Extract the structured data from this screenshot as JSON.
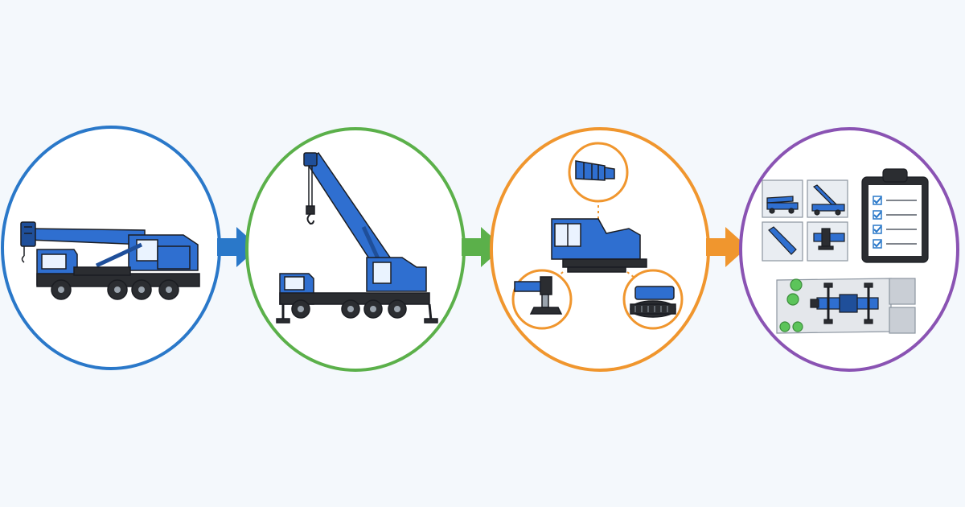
{
  "colors": {
    "background": "#f4f8fc",
    "crane_blue": "#2f6fd0",
    "crane_blue_dark": "#1f4f9a",
    "chassis": "#2b2d31",
    "outline": "#1b1d22",
    "window": "#eaf3ff",
    "step1_ring": "#2a78c9",
    "step2_ring": "#5bb04a",
    "step3_ring": "#f0962e",
    "step4_ring": "#8a53b3",
    "arrow1": "#2a78c9",
    "arrow2": "#5bb04a",
    "arrow3": "#f0962e",
    "check": "#2a78c9",
    "tree": "#5cc45a",
    "ground": "#d9dde3"
  },
  "steps": [
    {
      "id": "step-1",
      "icon": "truck-crane-transport-icon",
      "ring": "step1_ring"
    },
    {
      "id": "step-2",
      "icon": "crane-boom-extended-icon",
      "ring": "step2_ring"
    },
    {
      "id": "step-3",
      "icon": "component-inspection-icon",
      "ring": "step3_ring"
    },
    {
      "id": "step-4",
      "icon": "checklist-site-plan-icon",
      "ring": "step4_ring"
    }
  ],
  "connectors": [
    {
      "from": "step-1",
      "to": "step-2",
      "color": "arrow1"
    },
    {
      "from": "step-2",
      "to": "step-3",
      "color": "arrow2"
    },
    {
      "from": "step-3",
      "to": "step-4",
      "color": "arrow3"
    }
  ]
}
